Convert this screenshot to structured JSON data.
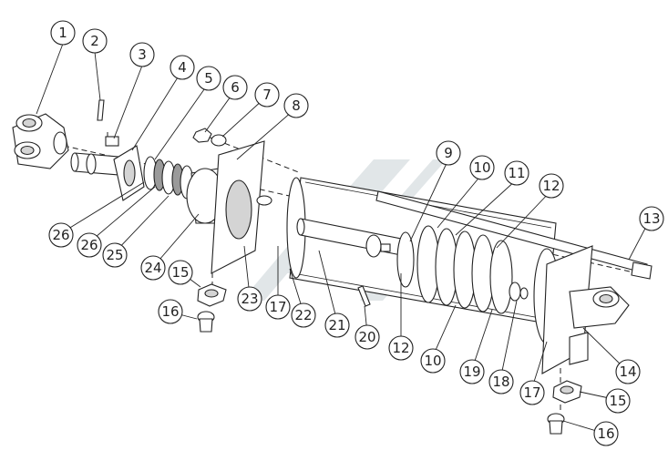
{
  "diagram": {
    "callouts": [
      {
        "id": "c1",
        "label": "1"
      },
      {
        "id": "c2",
        "label": "2"
      },
      {
        "id": "c3",
        "label": "3"
      },
      {
        "id": "c4",
        "label": "4"
      },
      {
        "id": "c5",
        "label": "5"
      },
      {
        "id": "c6",
        "label": "6"
      },
      {
        "id": "c7",
        "label": "7"
      },
      {
        "id": "c8",
        "label": "8"
      },
      {
        "id": "c9",
        "label": "9"
      },
      {
        "id": "c10a",
        "label": "10"
      },
      {
        "id": "c11",
        "label": "11"
      },
      {
        "id": "c12a",
        "label": "12"
      },
      {
        "id": "c13",
        "label": "13"
      },
      {
        "id": "c14",
        "label": "14"
      },
      {
        "id": "c15a",
        "label": "15"
      },
      {
        "id": "c16a",
        "label": "16"
      },
      {
        "id": "c17a",
        "label": "17"
      },
      {
        "id": "c18",
        "label": "18"
      },
      {
        "id": "c19",
        "label": "19"
      },
      {
        "id": "c10b",
        "label": "10"
      },
      {
        "id": "c12b",
        "label": "12"
      },
      {
        "id": "c20",
        "label": "20"
      },
      {
        "id": "c21",
        "label": "21"
      },
      {
        "id": "c22",
        "label": "22"
      },
      {
        "id": "c17b",
        "label": "17"
      },
      {
        "id": "c23",
        "label": "23"
      },
      {
        "id": "c15b",
        "label": "15"
      },
      {
        "id": "c16b",
        "label": "16"
      },
      {
        "id": "c24",
        "label": "24"
      },
      {
        "id": "c25",
        "label": "25"
      },
      {
        "id": "c26a",
        "label": "26"
      },
      {
        "id": "c26b",
        "label": "26"
      }
    ]
  }
}
